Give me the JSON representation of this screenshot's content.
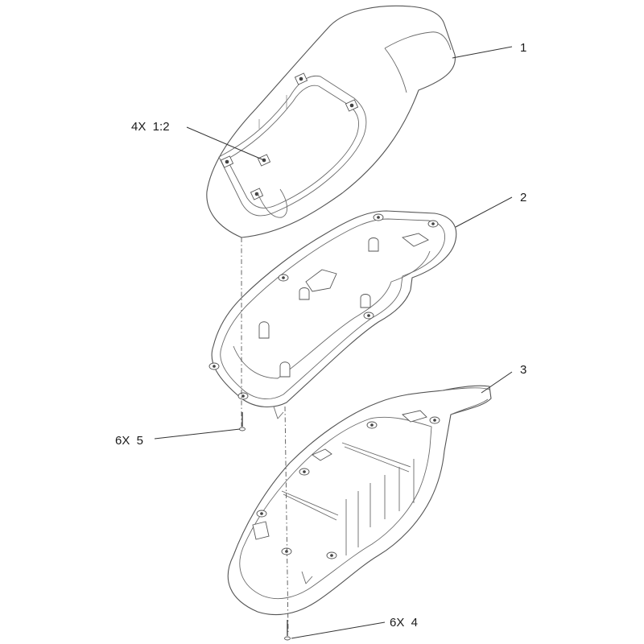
{
  "callouts": {
    "c1": "1",
    "c1_2": "4X  1:2",
    "c2": "2",
    "c3": "3",
    "c5": "6X  5",
    "c4": "6X  4"
  }
}
